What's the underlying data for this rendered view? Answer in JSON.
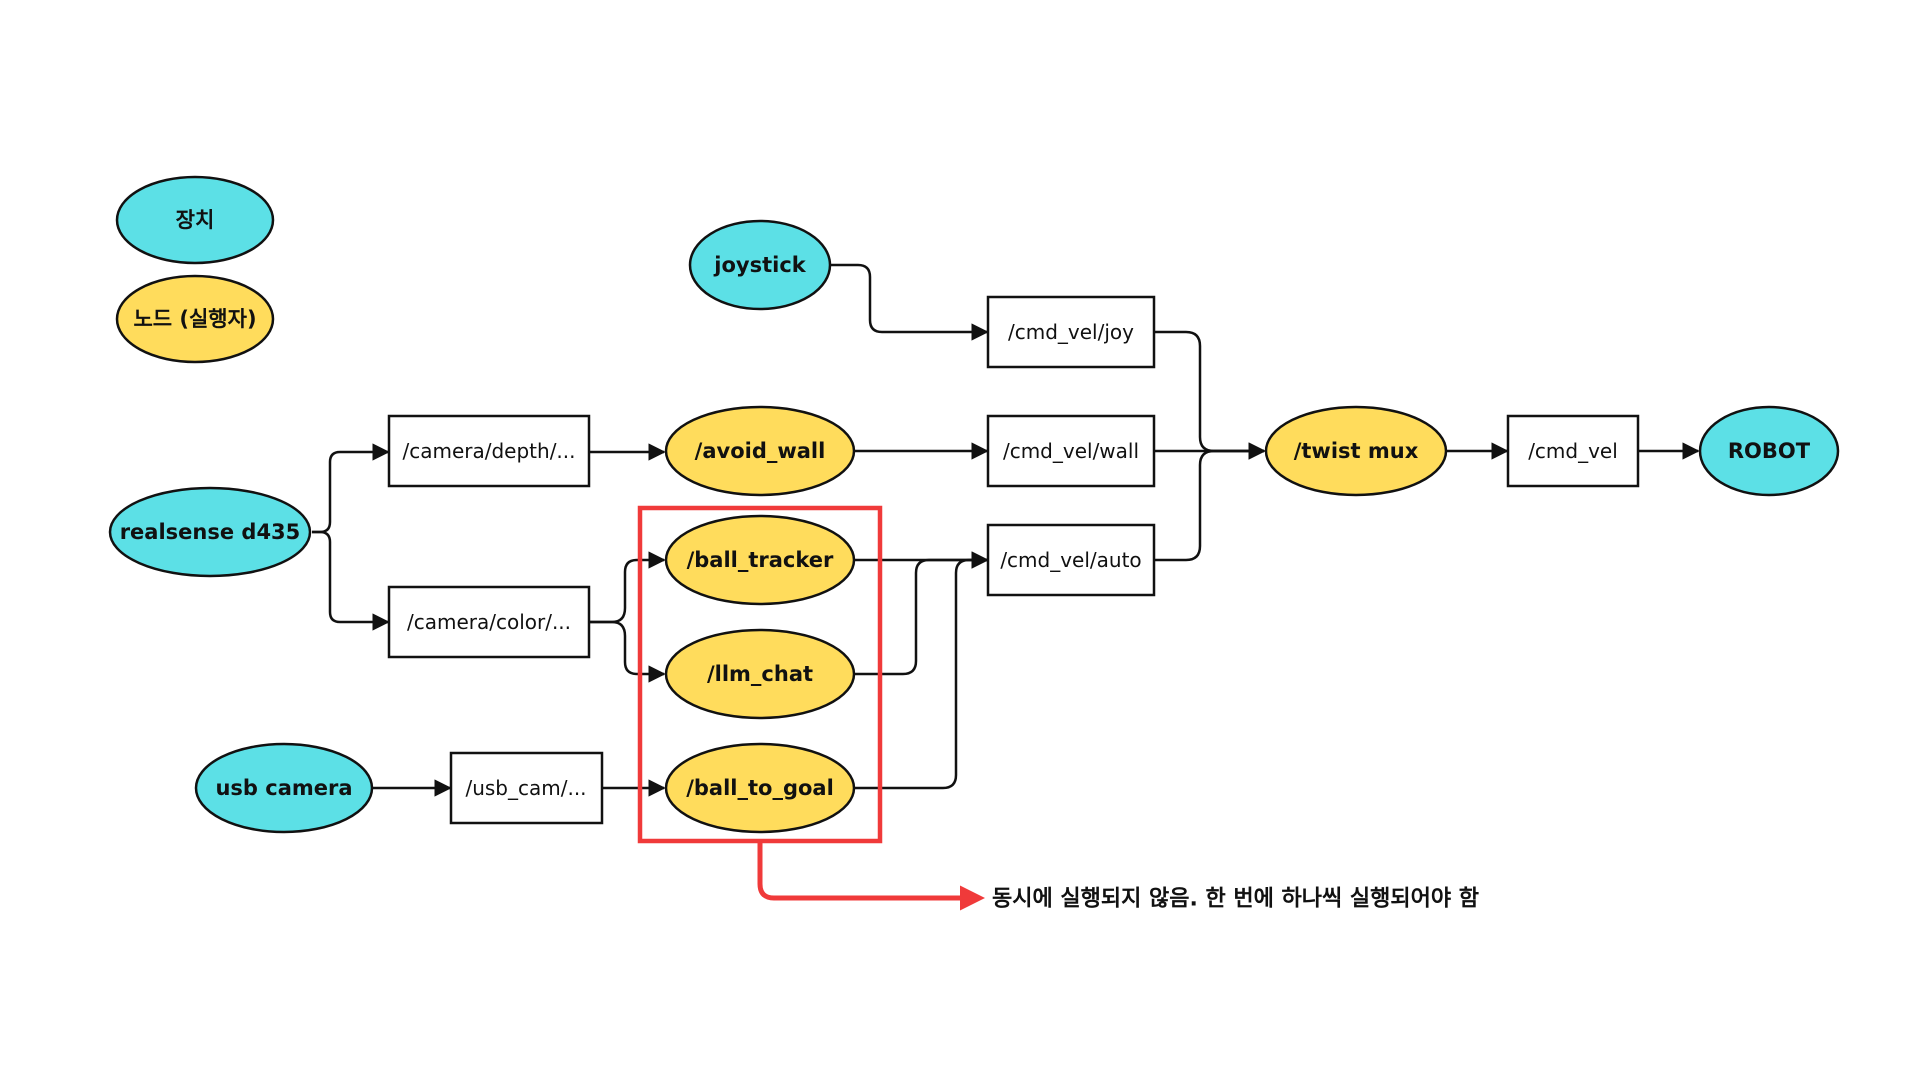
{
  "colors": {
    "device": "#5ce0e6",
    "node": "#ffdc5c",
    "highlight": "#f03a3a",
    "line": "#111111"
  },
  "legend": {
    "device": "장치",
    "node": "노드 (실행자)"
  },
  "devices": {
    "joystick": "joystick",
    "realsense": "realsense d435",
    "usb_camera": "usb camera",
    "robot": "ROBOT"
  },
  "nodes": {
    "avoid_wall": "/avoid_wall",
    "ball_tracker": "/ball_tracker",
    "llm_chat": "/llm_chat",
    "ball_to_goal": "/ball_to_goal",
    "twist_mux": "/twist mux"
  },
  "topics": {
    "camera_depth": "/camera/depth/...",
    "camera_color": "/camera/color/...",
    "usb_cam": "/usb_cam/...",
    "cmd_vel_joy": "/cmd_vel/joy",
    "cmd_vel_wall": "/cmd_vel/wall",
    "cmd_vel_auto": "/cmd_vel/auto",
    "cmd_vel": "/cmd_vel"
  },
  "note": "동시에 실행되지 않음. 한 번에 하나씩 실행되어야 함"
}
